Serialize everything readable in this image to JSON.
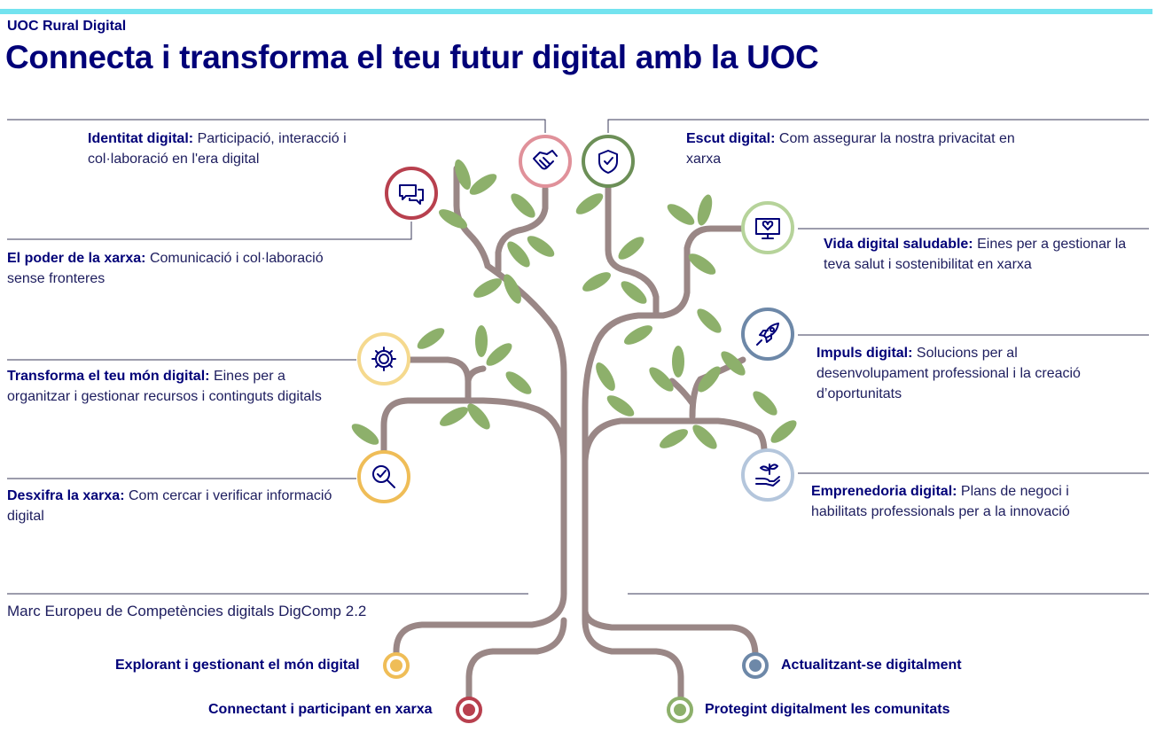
{
  "header": {
    "brand": "UOC Rural Digital",
    "title": "Connecta i transforma el teu futur digital amb la UOC"
  },
  "colors": {
    "accent_bar": "#73e3ef",
    "navy": "#000078",
    "branch": "#9a8786",
    "leaf": "#8db06b"
  },
  "competencies": [
    {
      "title": "Identitat digital:",
      "desc": "Participació, interacció i col·laboració en l'era digital",
      "icon": "handshake-icon",
      "ring": "#e0919a"
    },
    {
      "title": "El poder de la xarxa:",
      "desc": "Comunicació i col·laboració sense fronteres",
      "icon": "chat-icon",
      "ring": "#b8404e"
    },
    {
      "title": "Transforma el teu món digital:",
      "desc": "Eines per a organitzar i gestionar recursos i continguts digitals",
      "icon": "gear-icon",
      "ring": "#f5d98e"
    },
    {
      "title": "Desxifra la xarxa:",
      "desc": "Com cercar i verificar informació digital",
      "icon": "magnifier-check-icon",
      "ring": "#efbd57"
    },
    {
      "title": "Escut digital:",
      "desc": "Com assegurar la nostra privacitat en xarxa",
      "icon": "shield-icon",
      "ring": "#6c8f57"
    },
    {
      "title": "Vida digital saludable:",
      "desc": "Eines per a gestionar la teva salut i sostenibilitat en xarxa",
      "icon": "monitor-heart-icon",
      "ring": "#b6d39a"
    },
    {
      "title": "Impuls digital:",
      "desc": "Solucions per al desenvolupament professional i la creació d’oportunitats",
      "icon": "rocket-icon",
      "ring": "#6d88a8"
    },
    {
      "title": "Emprenedoria digital:",
      "desc": "Plans de negoci i habilitats professionals per a la innovació",
      "icon": "hand-plant-icon",
      "ring": "#b4c6dc"
    }
  ],
  "framework": "Marc Europeu de Competències digitals DigComp 2.2",
  "areas": [
    {
      "label": "Explorant i gestionant el món digital",
      "color": "#efbd57"
    },
    {
      "label": "Connectant i participant en xarxa",
      "color": "#b8404e"
    },
    {
      "label": "Actualitzant-se digitalment",
      "color": "#6d88a8"
    },
    {
      "label": "Protegint digitalment les comunitats",
      "color": "#8db06b"
    }
  ]
}
